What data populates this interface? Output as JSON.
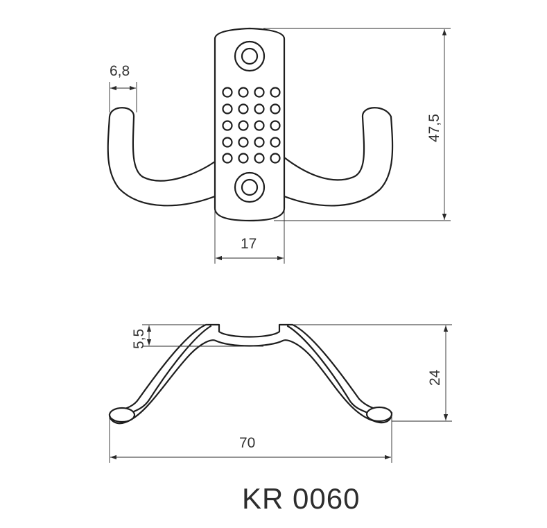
{
  "product_code": "KR 0060",
  "dimensions": {
    "hook_thickness": "6,8",
    "total_height": "47,5",
    "plate_width": "17",
    "plate_depth": "5,5",
    "projection": "24",
    "total_width": "70"
  },
  "colors": {
    "line": "#1e1e1e",
    "background": "#ffffff"
  }
}
